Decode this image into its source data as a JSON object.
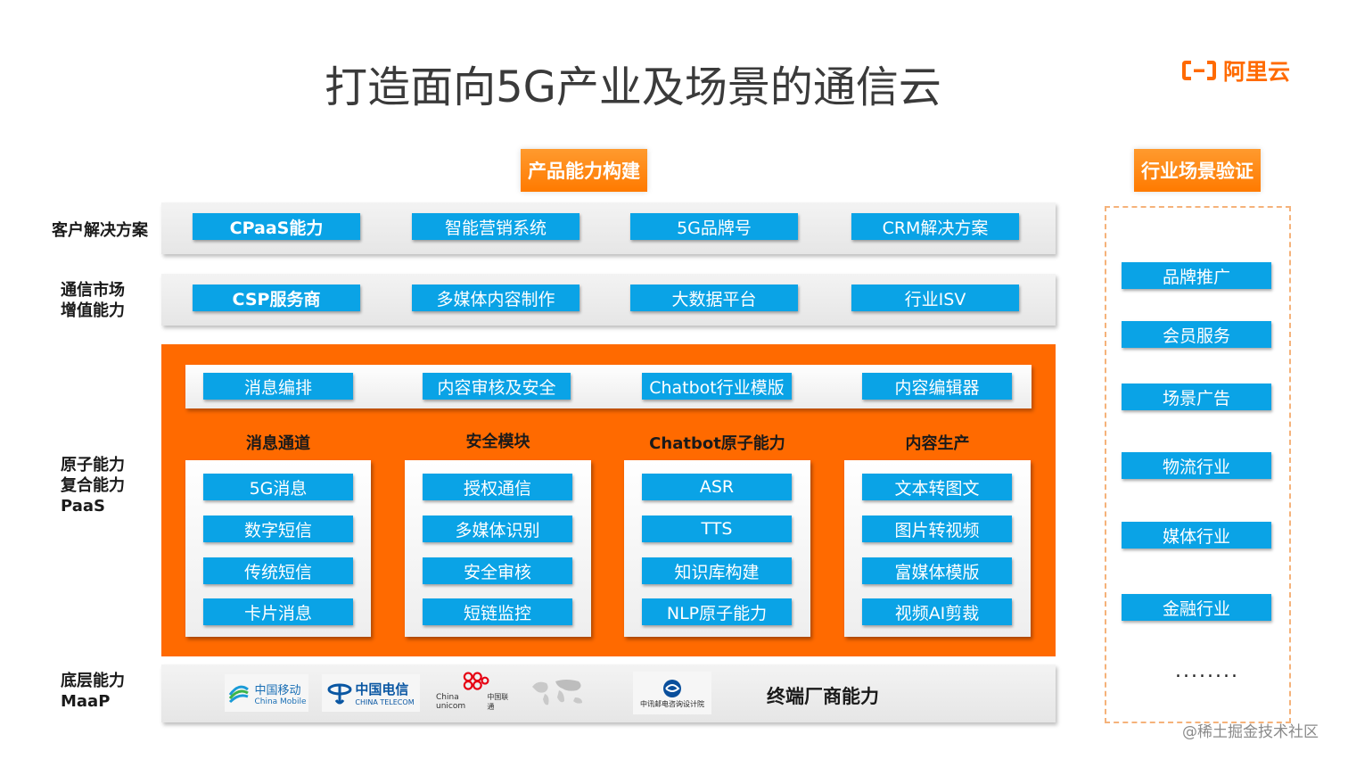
{
  "title": "打造面向5G产业及场景的通信云",
  "brand": {
    "name": "阿里云",
    "color": "#ff6a00"
  },
  "headers": {
    "product": "产品能力构建",
    "industry": "行业场景验证"
  },
  "rows": {
    "customer": {
      "label": "客户解决方案",
      "items": [
        "CPaaS能力",
        "智能营销系统",
        "5G品牌号",
        "CRM解决方案"
      ]
    },
    "market": {
      "label": [
        "通信市场",
        "增值能力"
      ],
      "items": [
        "CSP服务商",
        "多媒体内容制作",
        "大数据平台",
        "行业ISV"
      ]
    },
    "atomic": {
      "label": [
        "原子能力",
        "复合能力",
        "PaaS"
      ],
      "top_items": [
        "消息编排",
        "内容审核及安全",
        "Chatbot行业模版",
        "内容编辑器"
      ],
      "groups": [
        {
          "title": "消息通道",
          "items": [
            "5G消息",
            "数字短信",
            "传统短信",
            "卡片消息"
          ]
        },
        {
          "title": "安全模块",
          "items": [
            "授权通信",
            "多媒体识别",
            "安全审核",
            "短链监控"
          ]
        },
        {
          "title": "Chatbot原子能力",
          "items": [
            "ASR",
            "TTS",
            "知识库构建",
            "NLP原子能力"
          ]
        },
        {
          "title": "内容生产",
          "items": [
            "文本转图文",
            "图片转视频",
            "富媒体模版",
            "视频AI剪裁"
          ]
        }
      ]
    },
    "base": {
      "label": [
        "底层能力",
        "MaaP"
      ],
      "logos": [
        {
          "cn": "中国移动",
          "en": "China Mobile"
        },
        {
          "cn": "中国电信",
          "en": "CHINA TELECOM"
        },
        {
          "cn": "中国联通",
          "en": "China unicom"
        },
        {
          "cn": "",
          "en": ""
        },
        {
          "cn": "中讯邮电咨询设计院",
          "en": ""
        }
      ],
      "terminal": "终端厂商能力"
    }
  },
  "industry_items": [
    "品牌推广",
    "会员服务",
    "场景广告",
    "物流行业",
    "媒体行业",
    "金融行业"
  ],
  "ellipsis": "........",
  "watermark": "@稀土掘金技术社区",
  "colors": {
    "orange": "#ff6a00",
    "blue_box": "#0aa3e6"
  }
}
